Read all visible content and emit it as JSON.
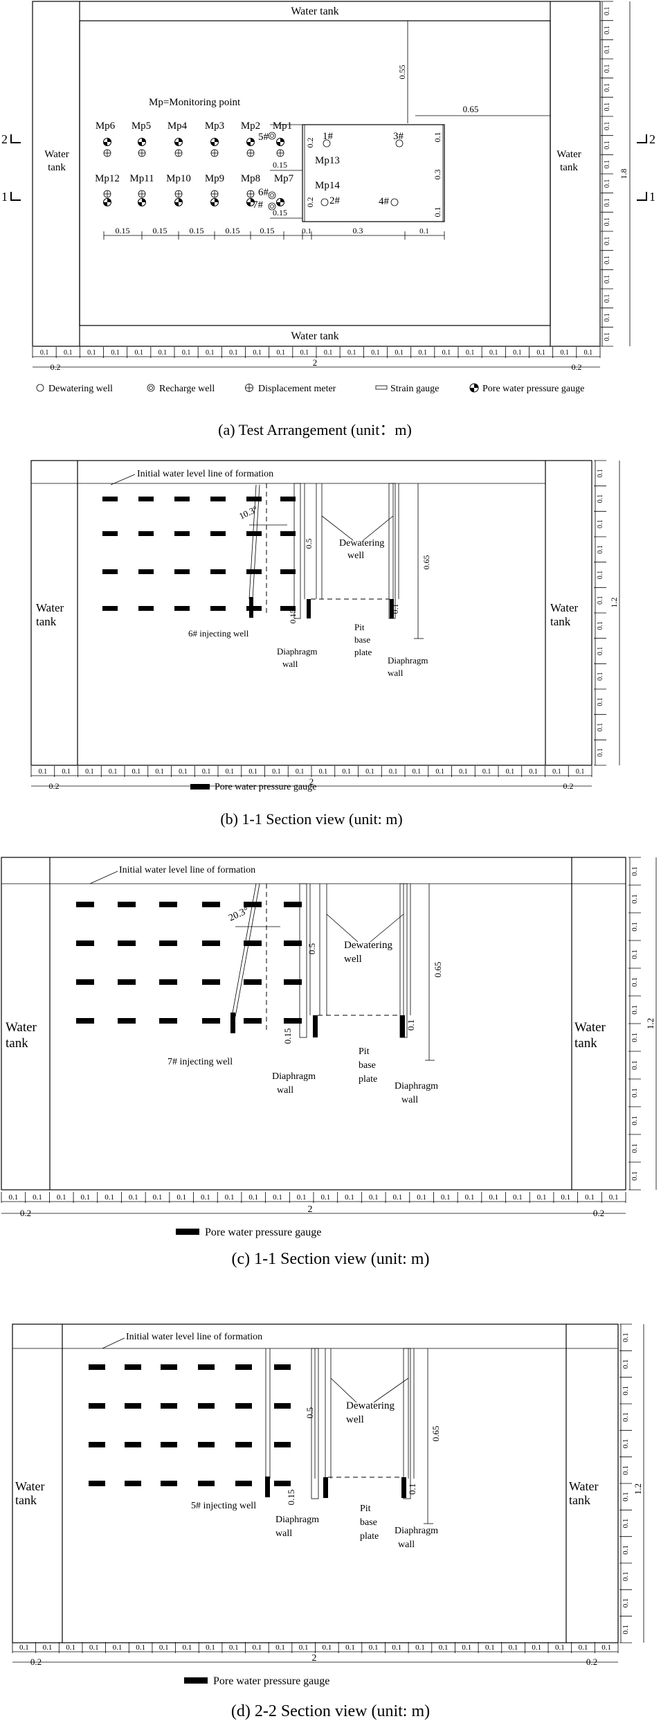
{
  "panel_a": {
    "water_tank_top": "Water tank",
    "water_tank_bottom": "Water tank",
    "water_tank_left": [
      "Water",
      "tank"
    ],
    "water_tank_right": [
      "Water",
      "tank"
    ],
    "mp_note": "Mp=Monitoring point",
    "mp_top_row": [
      "Mp6",
      "Mp5",
      "Mp4",
      "Mp3",
      "Mp2",
      "Mp1"
    ],
    "mp_bottom_row": [
      "Mp12",
      "Mp11",
      "Mp10",
      "Mp9",
      "Mp8",
      "Mp7"
    ],
    "mp13": "Mp13",
    "mp14": "Mp14",
    "wells": [
      "1#",
      "2#",
      "3#",
      "4#",
      "5#",
      "6#",
      "7#"
    ],
    "dims": {
      "d055": "0.55",
      "d065": "0.65",
      "d02": "0.2",
      "d03": "0.3",
      "d01": "0.1",
      "d015": "0.15",
      "d18": "1.8",
      "d2": "2"
    },
    "section_marks": {
      "left_top": "2",
      "left_bottom": "1",
      "right_top": "2",
      "right_bottom": "1"
    },
    "legend": [
      "Dewatering well",
      "Recharge well",
      "Displacement meter",
      "Strain gauge",
      "Pore water pressure gauge"
    ],
    "caption": "(a) Test Arrangement (unit：m)"
  },
  "panel_b": {
    "initial_water_level": "Initial water level line of formation",
    "tilt": "10.3°",
    "d05": "0.5",
    "d065": "0.65",
    "d015": "0.15",
    "d12": "1.2",
    "d01": "0.1",
    "d02": "0.2",
    "d2": "2",
    "dewatering_well": [
      "Dewatering",
      "well"
    ],
    "injecting_well": "6# injecting well",
    "diaphragm_wall": [
      "Diaphragm",
      "wall"
    ],
    "pit_base_plate": [
      "Pit",
      "base",
      "plate"
    ],
    "water_tank": [
      "Water",
      "tank"
    ],
    "legend": "Pore water pressure gauge",
    "caption": "(b) 1-1 Section view (unit: m)"
  },
  "panel_c": {
    "initial_water_level": "Initial water level line of formation",
    "tilt": "20.3°",
    "d05": "0.5",
    "d065": "0.65",
    "d015": "0.15",
    "d12": "1.2",
    "d01": "0.1",
    "d02": "0.2",
    "d2": "2",
    "dewatering_well": [
      "Dewatering",
      "well"
    ],
    "injecting_well": "7# injecting well",
    "diaphragm_wall": [
      "Diaphragm",
      "wall"
    ],
    "pit_base_plate": [
      "Pit",
      "base",
      "plate"
    ],
    "water_tank": [
      "Water",
      "tank"
    ],
    "legend": "Pore water pressure gauge",
    "caption": "(c) 1-1 Section view (unit: m)"
  },
  "panel_d": {
    "initial_water_level": "Initial water level line of formation",
    "d05": "0.5",
    "d065": "0.65",
    "d015": "0.15",
    "d12": "1.2",
    "d01": "0.1",
    "d02": "0.2",
    "d2": "2",
    "dewatering_well": [
      "Dewatering",
      "well"
    ],
    "injecting_well": "5# injecting well",
    "diaphragm_wall": [
      "Diaphragm",
      "wall"
    ],
    "pit_base_plate": [
      "Pit",
      "base",
      "plate"
    ],
    "water_tank": [
      "Water",
      "tank"
    ],
    "legend": "Pore water pressure gauge",
    "caption": "(d) 2-2 Section view (unit: m)"
  }
}
